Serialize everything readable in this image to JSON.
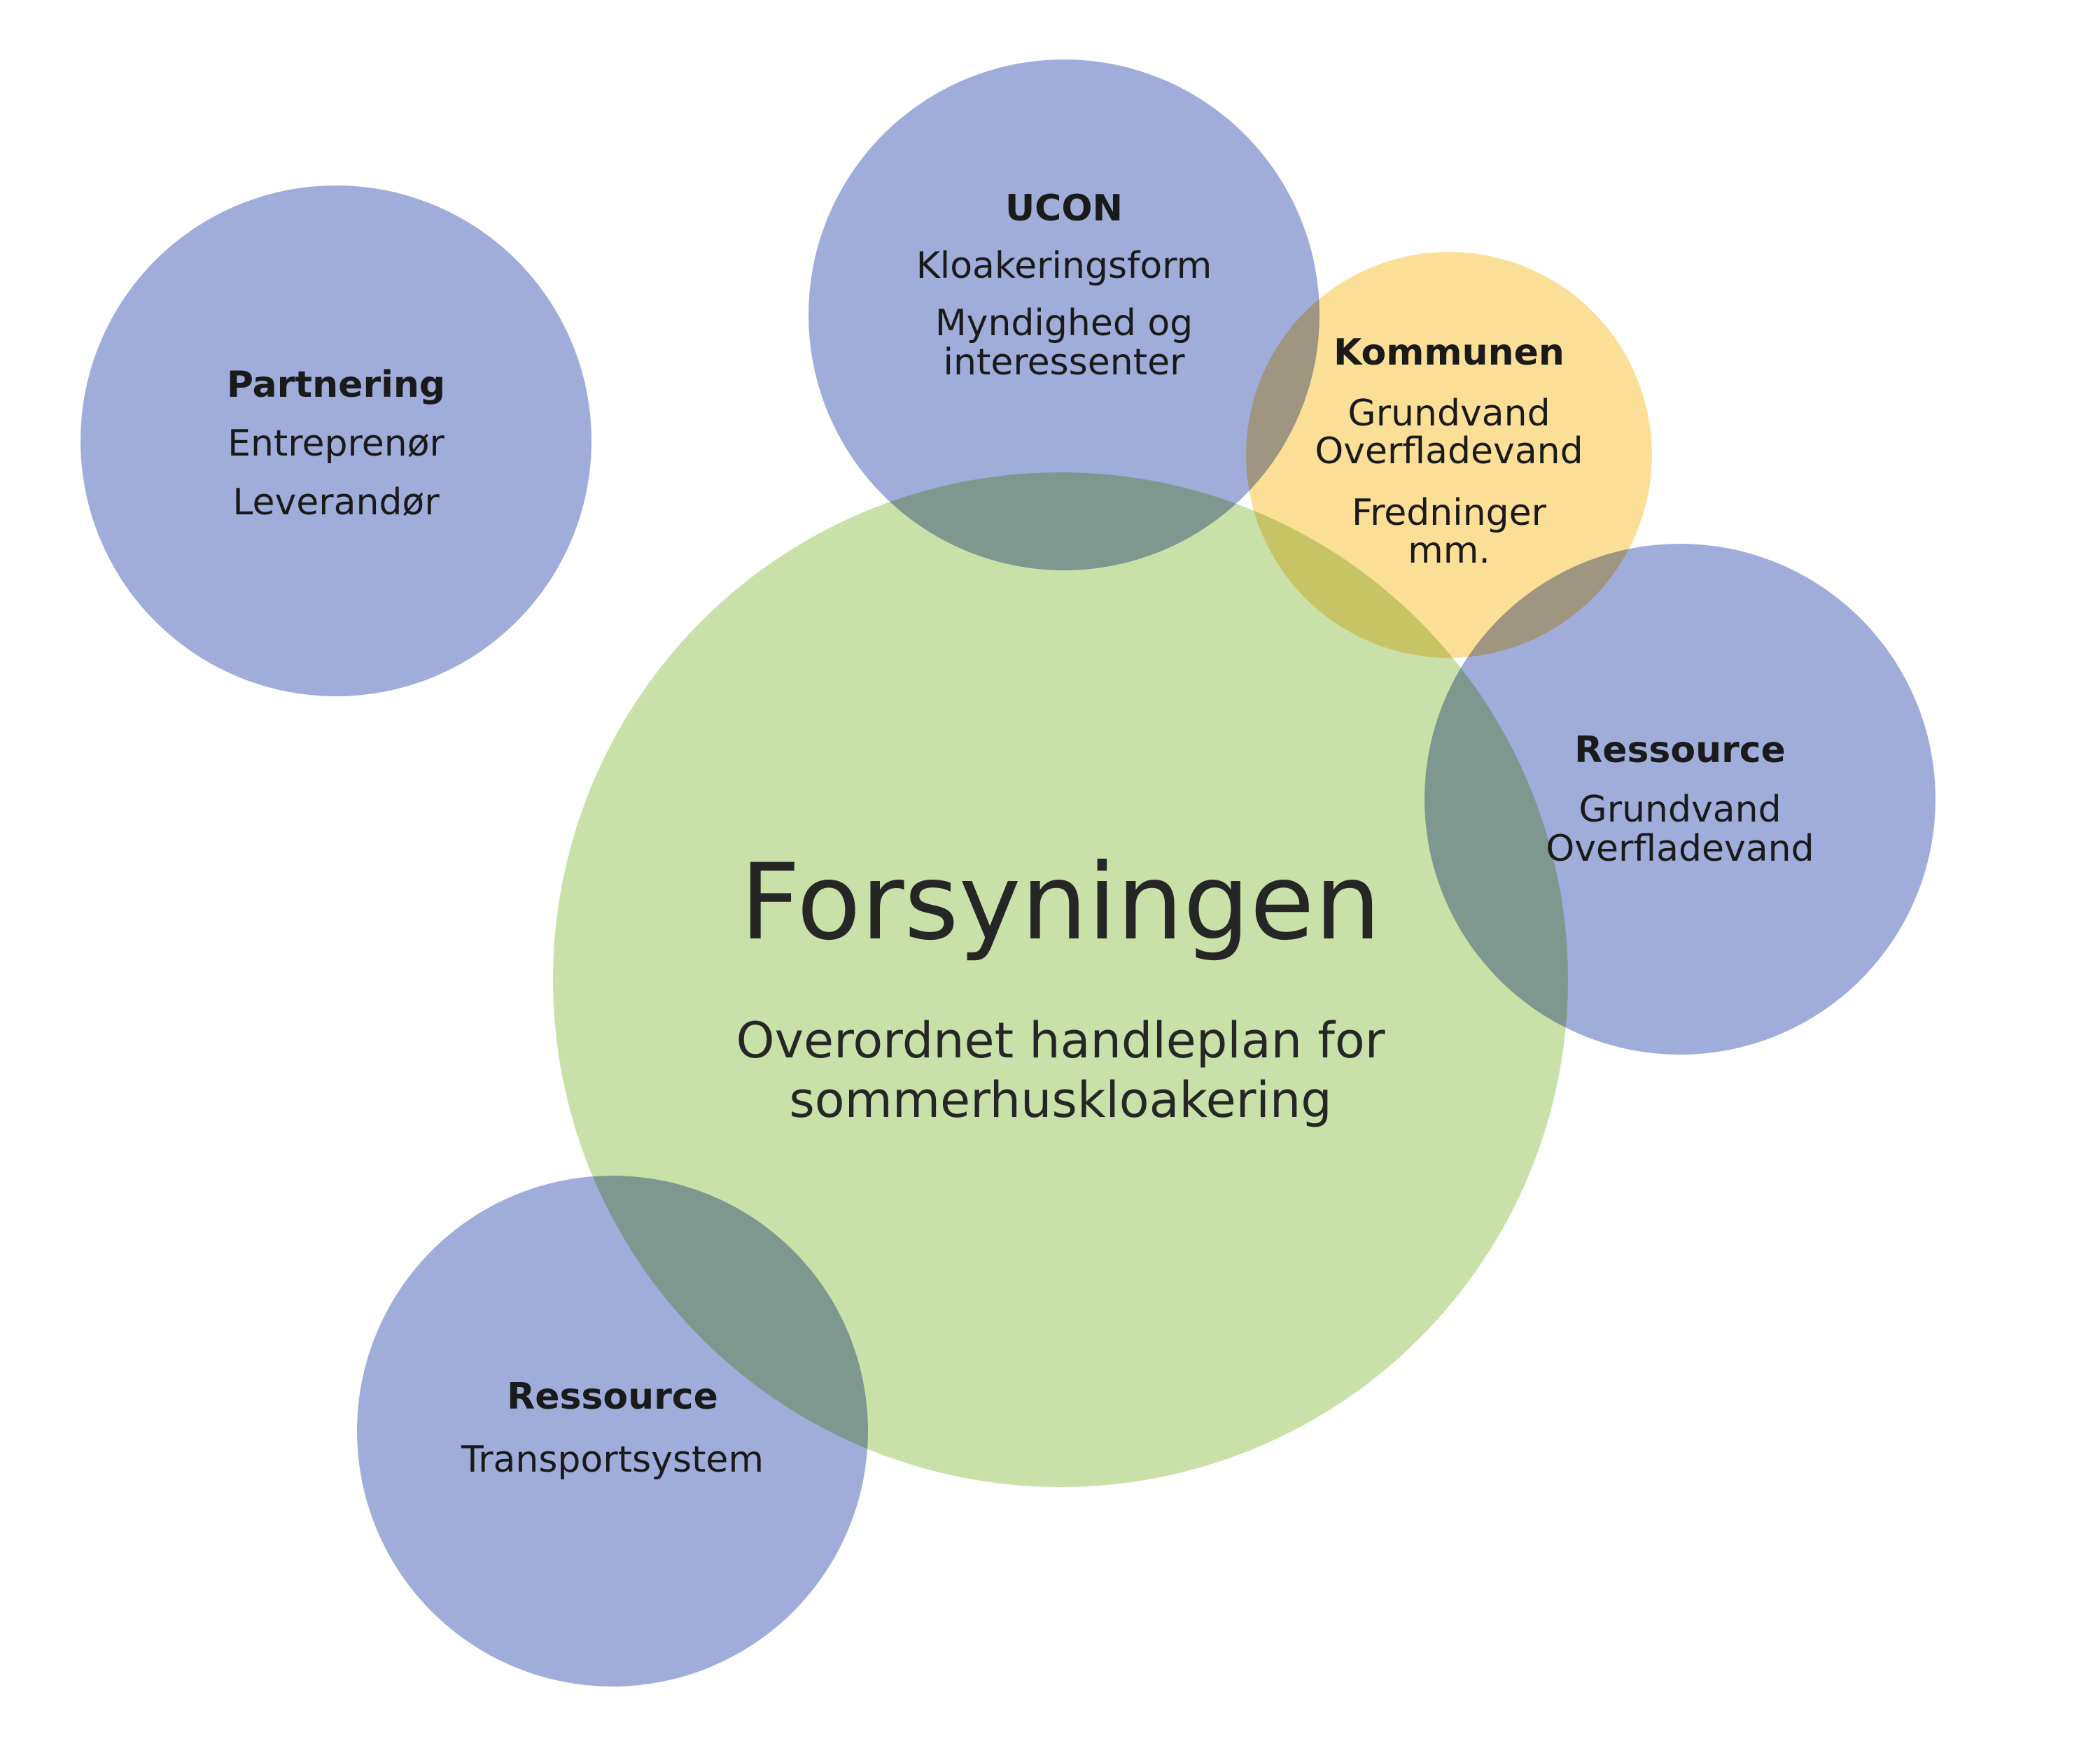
{
  "colors": {
    "blue_circle": "#a0acd9",
    "green_circle": "#c9e1a9",
    "yellow_circle": "#fcdf97"
  },
  "center": {
    "title": "Forsyningen",
    "subtitle_line1": "Overordnet handleplan for",
    "subtitle_line2": "sommerhuskloakering"
  },
  "partnering": {
    "heading": "Partnering",
    "items": [
      "Entreprenør",
      "Leverandør"
    ]
  },
  "ucon": {
    "heading": "UCON",
    "item1": "Kloakeringsform",
    "item2_line1": "Myndighed og",
    "item2_line2": "interessenter"
  },
  "kommunen": {
    "heading": "Kommunen",
    "item1_line1": "Grundvand",
    "item1_line2": "Overfladevand",
    "item2_line1": "Fredninger",
    "item2_line2": "mm."
  },
  "ressource_right": {
    "heading": "Ressource",
    "item_line1": "Grundvand",
    "item_line2": "Overfladevand"
  },
  "ressource_bottom": {
    "heading": "Ressource",
    "item": "Transportsystem"
  }
}
